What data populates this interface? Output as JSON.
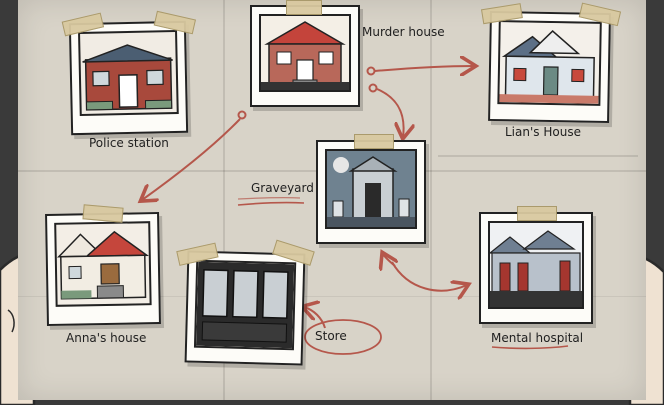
{
  "locations": {
    "police_station": "Police station",
    "murder_house": "Murder house",
    "lians_house": "Lian's House",
    "graveyard": "Graveyard",
    "annas_house": "Anna's house",
    "store": "Store",
    "mental_hospital": "Mental hospital"
  },
  "colors": {
    "board": "#d8d3c8",
    "arrow": "#b5574b",
    "frame": "#222222",
    "tape": "#d9c9a0"
  }
}
